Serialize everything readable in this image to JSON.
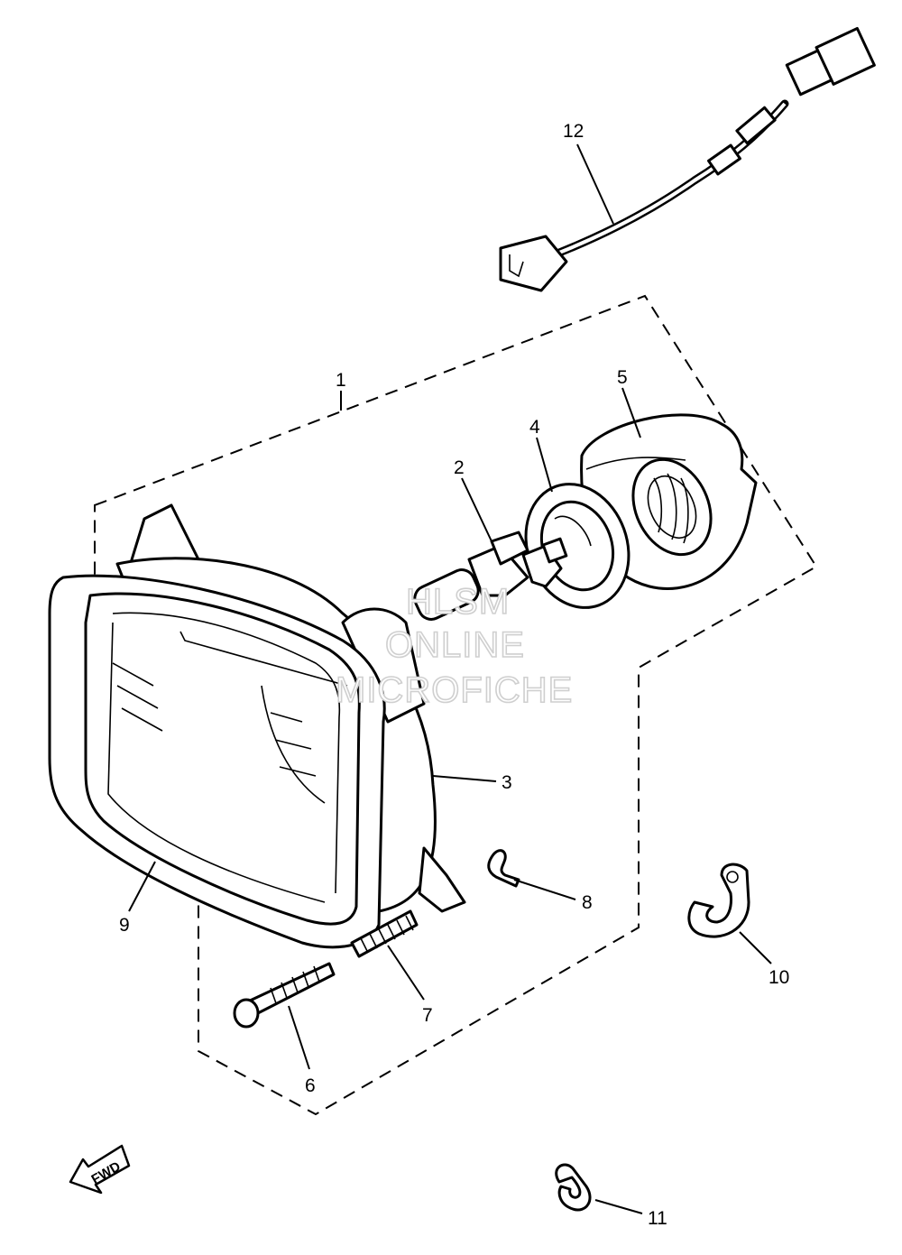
{
  "callouts": [
    {
      "id": "1",
      "label": "1"
    },
    {
      "id": "2",
      "label": "2"
    },
    {
      "id": "3",
      "label": "3"
    },
    {
      "id": "4",
      "label": "4"
    },
    {
      "id": "5",
      "label": "5"
    },
    {
      "id": "6",
      "label": "6"
    },
    {
      "id": "7",
      "label": "7"
    },
    {
      "id": "8",
      "label": "8"
    },
    {
      "id": "9",
      "label": "9"
    },
    {
      "id": "10",
      "label": "10"
    },
    {
      "id": "11",
      "label": "11"
    },
    {
      "id": "12",
      "label": "12"
    }
  ],
  "watermark": {
    "line1": "HLSM",
    "line2": "ONLINE",
    "line3": "MICROFICHE"
  },
  "direction_arrow": {
    "label": "FWD",
    "icon": "fwd-arrow-icon"
  }
}
